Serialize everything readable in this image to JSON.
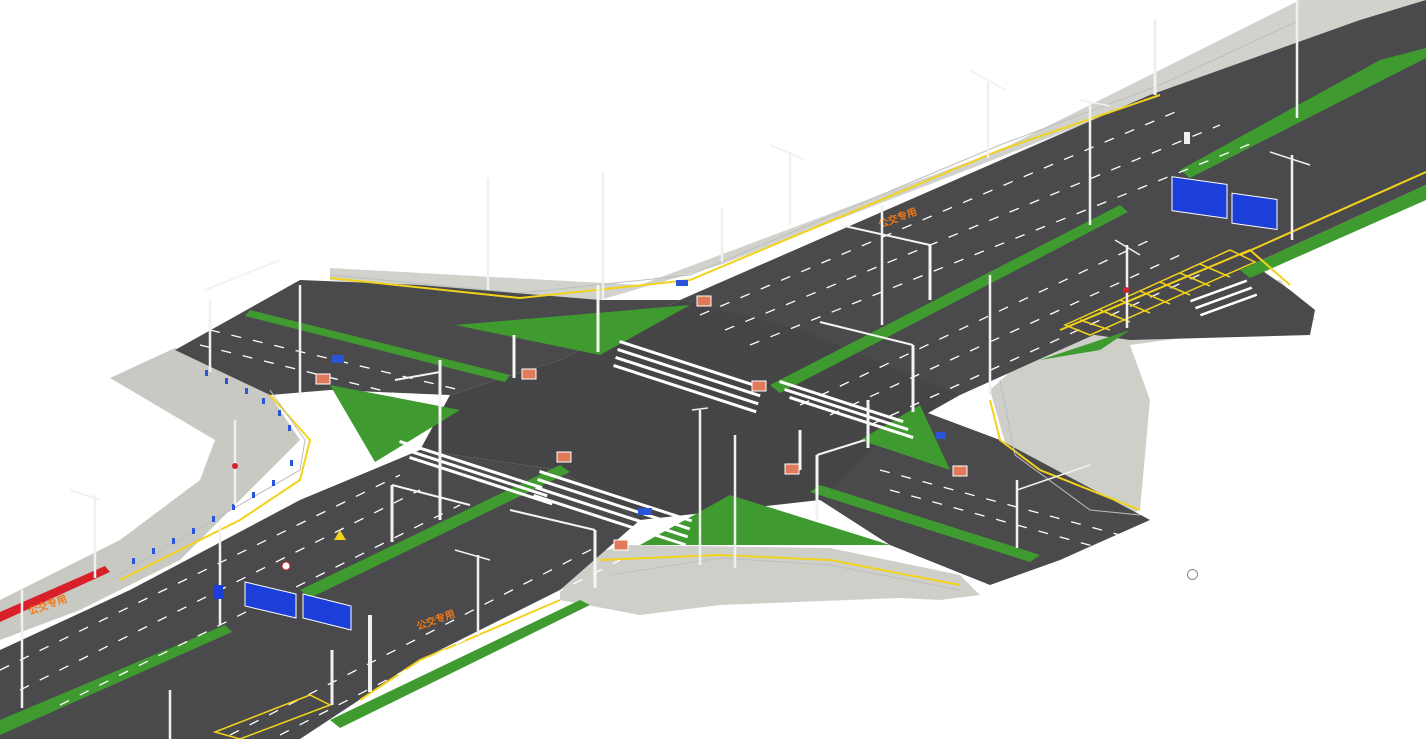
{
  "scene": {
    "background": "#ffffff",
    "colors": {
      "asphalt": "#4a4a4d",
      "asphalt_dark": "#3f3f42",
      "sidewalk": "#c9c9c4",
      "median_green": "#3f9b2f",
      "lane_marking": "#ffffff",
      "edge_line": "#f2d21a",
      "bus_lane": "#d8202a",
      "sign_blue": "#1b3fd8",
      "marking_orange": "#f07a1a",
      "barrier": "#e8e8e8"
    },
    "road_text": {
      "north_arm": "公交专用",
      "south_arm": "公交专用",
      "west_arm": "公交专用"
    },
    "icons": [
      "traffic-signal-pole-icon",
      "street-light-icon",
      "guide-sign-icon",
      "planter-barrier-icon",
      "orbit-cursor-icon"
    ]
  }
}
